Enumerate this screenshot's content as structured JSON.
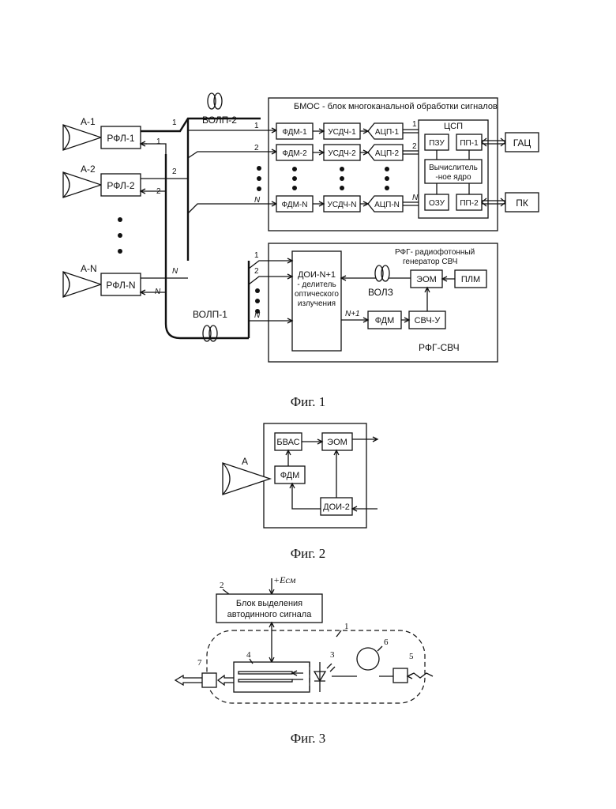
{
  "fig1": {
    "caption": "Фиг. 1",
    "antennas": [
      "А-1",
      "А-2",
      "А-N"
    ],
    "rfl": [
      "РФЛ-1",
      "РФЛ-2",
      "РФЛ-N"
    ],
    "volp2": "ВОЛП-2",
    "volp1": "ВОЛП-1",
    "port_labels": [
      "1",
      "2",
      "N"
    ],
    "bmos_title": "БМОС - блок многоканальной обработки сигналов",
    "fdm": [
      "ФДМ-1",
      "ФДМ-2",
      "ФДМ-N"
    ],
    "usdch": [
      "УСДЧ-1",
      "УСДЧ-2",
      "УСДЧ-N"
    ],
    "acp": [
      "АЦП-1",
      "АЦП-2",
      "АЦП-N"
    ],
    "csp": {
      "title": "ЦСП",
      "pzu": "ПЗУ",
      "pp1": "ПП-1",
      "core_line1": "Вычислитель",
      "core_line2": "-ное ядро",
      "ozu": "ОЗУ",
      "pp2": "ПП-2"
    },
    "gac": "ГАЦ",
    "pk": "ПК",
    "rfg_title_line1": "РФГ- радиофотонный",
    "rfg_title_line2": "генератор СВЧ",
    "doi_line1": "ДОИ-N+1",
    "doi_line2": "- делитель",
    "doi_line3": "оптического",
    "doi_line4": "излучения",
    "volz": "ВОЛЗ",
    "eom": "ЭОМ",
    "plm": "ПЛМ",
    "fdm_rfg": "ФДМ",
    "svch_u": "СВЧ-У",
    "n_plus_1": "N+1",
    "rfg_svch": "РФГ-СВЧ"
  },
  "fig2": {
    "caption": "Фиг. 2",
    "antenna": "А",
    "bvas": "БВАС",
    "eom": "ЭОМ",
    "fdm": "ФДМ",
    "doi2": "ДОИ-2"
  },
  "fig3": {
    "caption": "Фиг. 3",
    "bias": "+Eсм",
    "block_line1": "Блок выделения",
    "block_line2": "автодинного сигнала",
    "num1": "1",
    "num2": "2",
    "num3": "3",
    "num4": "4",
    "num5": "5",
    "num6": "6",
    "num7": "7"
  }
}
